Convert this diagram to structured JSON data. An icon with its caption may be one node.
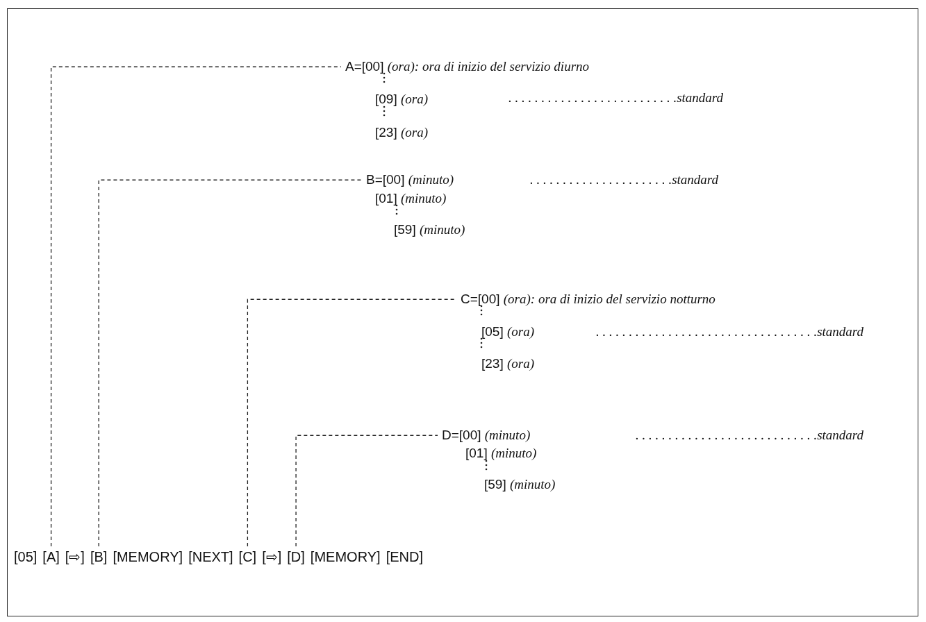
{
  "diagram": {
    "nodes": [
      {
        "text": [
          "A=[00] *(ora): ora di inizio del servizio diurno*"
        ]
      },
      {
        "text": [
          "B=[00] *(minuto)*"
        ]
      },
      {
        "text": [
          "C=[00] *(ora): ora di inizio del servizio notturno*"
        ]
      },
      {
        "text": [
          "D=[00] *(minuto)*"
        ]
      },
      {
        "text": [
          "[A]"
        ]
      },
      {
        "text": [
          "[B]"
        ]
      },
      {
        "text": [
          "[C]"
        ]
      },
      {
        "text": [
          "[D]"
        ]
      }
    ],
    "edges": [
      {
        "from": 4,
        "to": 0,
        "arrow": "none",
        "style": "dashed"
      },
      {
        "from": 5,
        "to": 1,
        "arrow": "none",
        "style": "dashed"
      },
      {
        "from": 6,
        "to": 2,
        "arrow": "none",
        "style": "dashed"
      },
      {
        "from": 7,
        "to": 3,
        "arrow": "none",
        "style": "dashed"
      }
    ],
    "labels": [
      "[09] *(ora)*",
      ". . . . . . . . . . . . . . . . . . . . . . . . . .standard",
      "[23] *(ora)*",
      ". . . . . . . . . . . . . . . . . . . . . .standard",
      "[01] *(minuto)*",
      "[59] *(minuto)*",
      "[05] *(ora)*",
      ". . . . . . . . . . . . . . . . . . . . . . . . . . . . . . . . . .standard",
      "[23] *(ora)*",
      ". . . . . . . . . . . . . . . . . . . . . . . . . . . .standard",
      "[01] *(minuto)*",
      "[59] *(minuto)*",
      "[05]",
      "[⇨]",
      "[MEMORY]",
      "[NEXT]",
      "[⇨]",
      "[MEMORY]",
      "[END]"
    ]
  }
}
